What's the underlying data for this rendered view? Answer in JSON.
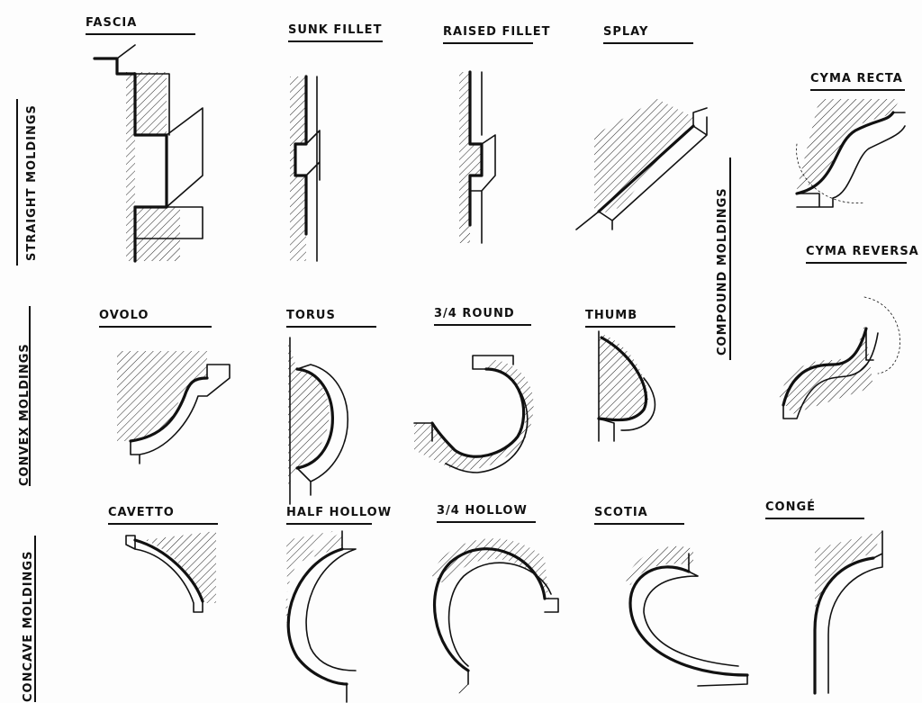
{
  "groups": {
    "straight": "Straight Moldings",
    "convex": "Convex Moldings",
    "concave": "Concave Moldings",
    "compound": "Compound Moldings"
  },
  "moldings": {
    "fascia": "Fascia",
    "sunk_fillet": "Sunk Fillet",
    "raised_fillet": "Raised Fillet",
    "splay": "Splay",
    "cyma_recta": "Cyma Recta",
    "cyma_reversa": "Cyma Reversa",
    "ovolo": "Ovolo",
    "torus": "Torus",
    "three_quarter_round": "3/4 Round",
    "thumb": "Thumb",
    "cavetto": "Cavetto",
    "half_hollow": "Half Hollow",
    "three_quarter_hollow": "3/4 Hollow",
    "scotia": "Scotia",
    "conge": "Congé"
  }
}
